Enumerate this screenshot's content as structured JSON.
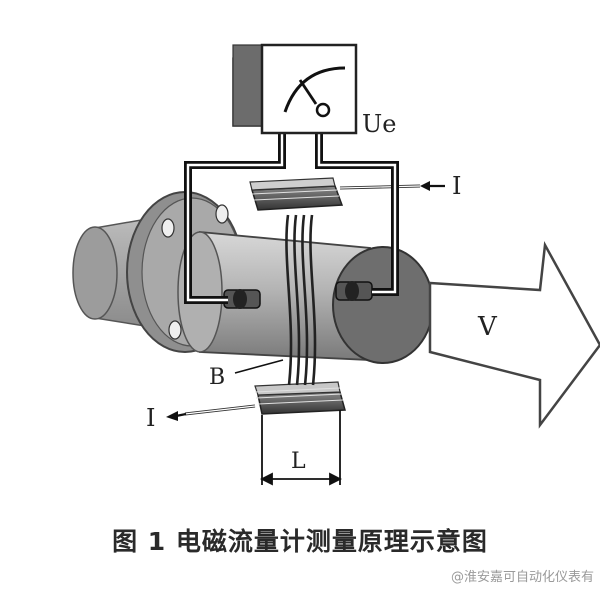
{
  "diagram": {
    "labels": {
      "ue": "Ue",
      "current_top": "I",
      "current_bottom": "I",
      "velocity": "V",
      "field": "B",
      "length": "L"
    }
  },
  "caption": "图 1  电磁流量计测量原理示意图",
  "watermark": "@淮安嘉可自动化仪表有"
}
